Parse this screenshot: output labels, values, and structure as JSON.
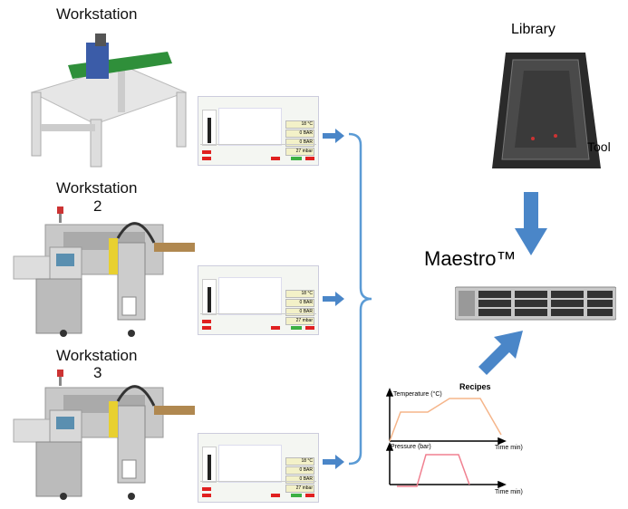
{
  "workstations": [
    {
      "label": "Workstation",
      "number": ""
    },
    {
      "label": "Workstation",
      "number": "2"
    },
    {
      "label": "Workstation",
      "number": "3"
    }
  ],
  "dashboard": {
    "readings": [
      "18 °C",
      "0 BAR",
      "0 BAR",
      "27 mbar"
    ]
  },
  "library": {
    "title": "Library",
    "tool_label": "Tool"
  },
  "maestro": {
    "title": "Maestro™"
  },
  "recipes": {
    "title": "Recipes",
    "temperature_label": "Temperature (°C)",
    "pressure_label": "Pressure (bar)",
    "x_label": "Time min)",
    "temperature_color": "#f5b58a",
    "pressure_color": "#f08090"
  },
  "colors": {
    "arrow": "#4a86c8",
    "bracket": "#5b9bd5"
  }
}
